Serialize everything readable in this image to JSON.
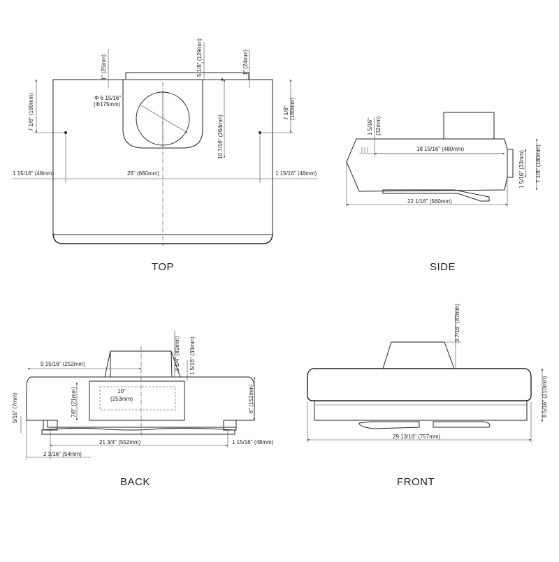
{
  "views": {
    "top": {
      "title": "TOP",
      "dims": {
        "left_1in": "1\" (25mm)",
        "duct_5_1_8": "5 1/8\" (129mm)",
        "right_1in": "1\" (24mm)",
        "dia_in": "Φ 6 15/16\"",
        "dia_mm": "(Φ175mm)",
        "left_7_1_8": "7 1/8\" (180mm)",
        "right_7_1_8_in": "7 1/8\"",
        "right_7_1_8_mm": "(180mm)",
        "depth_10_7_16": "10 7/16\" (264mm)",
        "left_1_15_16": "1 15/16\" (48mm)",
        "width_26": "26\" (660mm)",
        "right_1_15_16": "1 15/16\" (48mm)"
      }
    },
    "side": {
      "title": "SIDE",
      "dims": {
        "top_1_5_16_in": "1 5/16\"",
        "top_1_5_16_mm": "(32mm)",
        "len_18_15_16": "18 15/16\" (480mm)",
        "h_1_5_16": "1 5/16\" (33mm)",
        "h_7_1_8": "7 1/8\" (180mm)",
        "len_22_1_16": "22 1/16\" (560mm)"
      }
    },
    "back": {
      "title": "BACK",
      "dims": {
        "w_9_15_16": "9 15/16\" (252mm)",
        "h_3_1_4": "3 1/4\" (82mm)",
        "h_1_5_16": "1 5/16\" (33mm)",
        "w_10_in": "10\"",
        "w_10_mm": "(253mm)",
        "h_7_8": "7/8\" (21mm)",
        "h_6": "6\" (152mm)",
        "h_5_16": "5/16\" (7mm)",
        "w_21_3_4": "21 3/4\" (552mm)",
        "w_1_15_16": "1 15/16\" (48mm)",
        "w_2_3_16": "2 3/16\" (54mm)"
      }
    },
    "front": {
      "title": "FRONT",
      "dims": {
        "h_3_7_16": "3 7/16\" (87mm)",
        "h_8_5_16": "8 5/16\" (210mm)",
        "w_29_13_16": "29 13/16\" (757mm)"
      }
    }
  }
}
